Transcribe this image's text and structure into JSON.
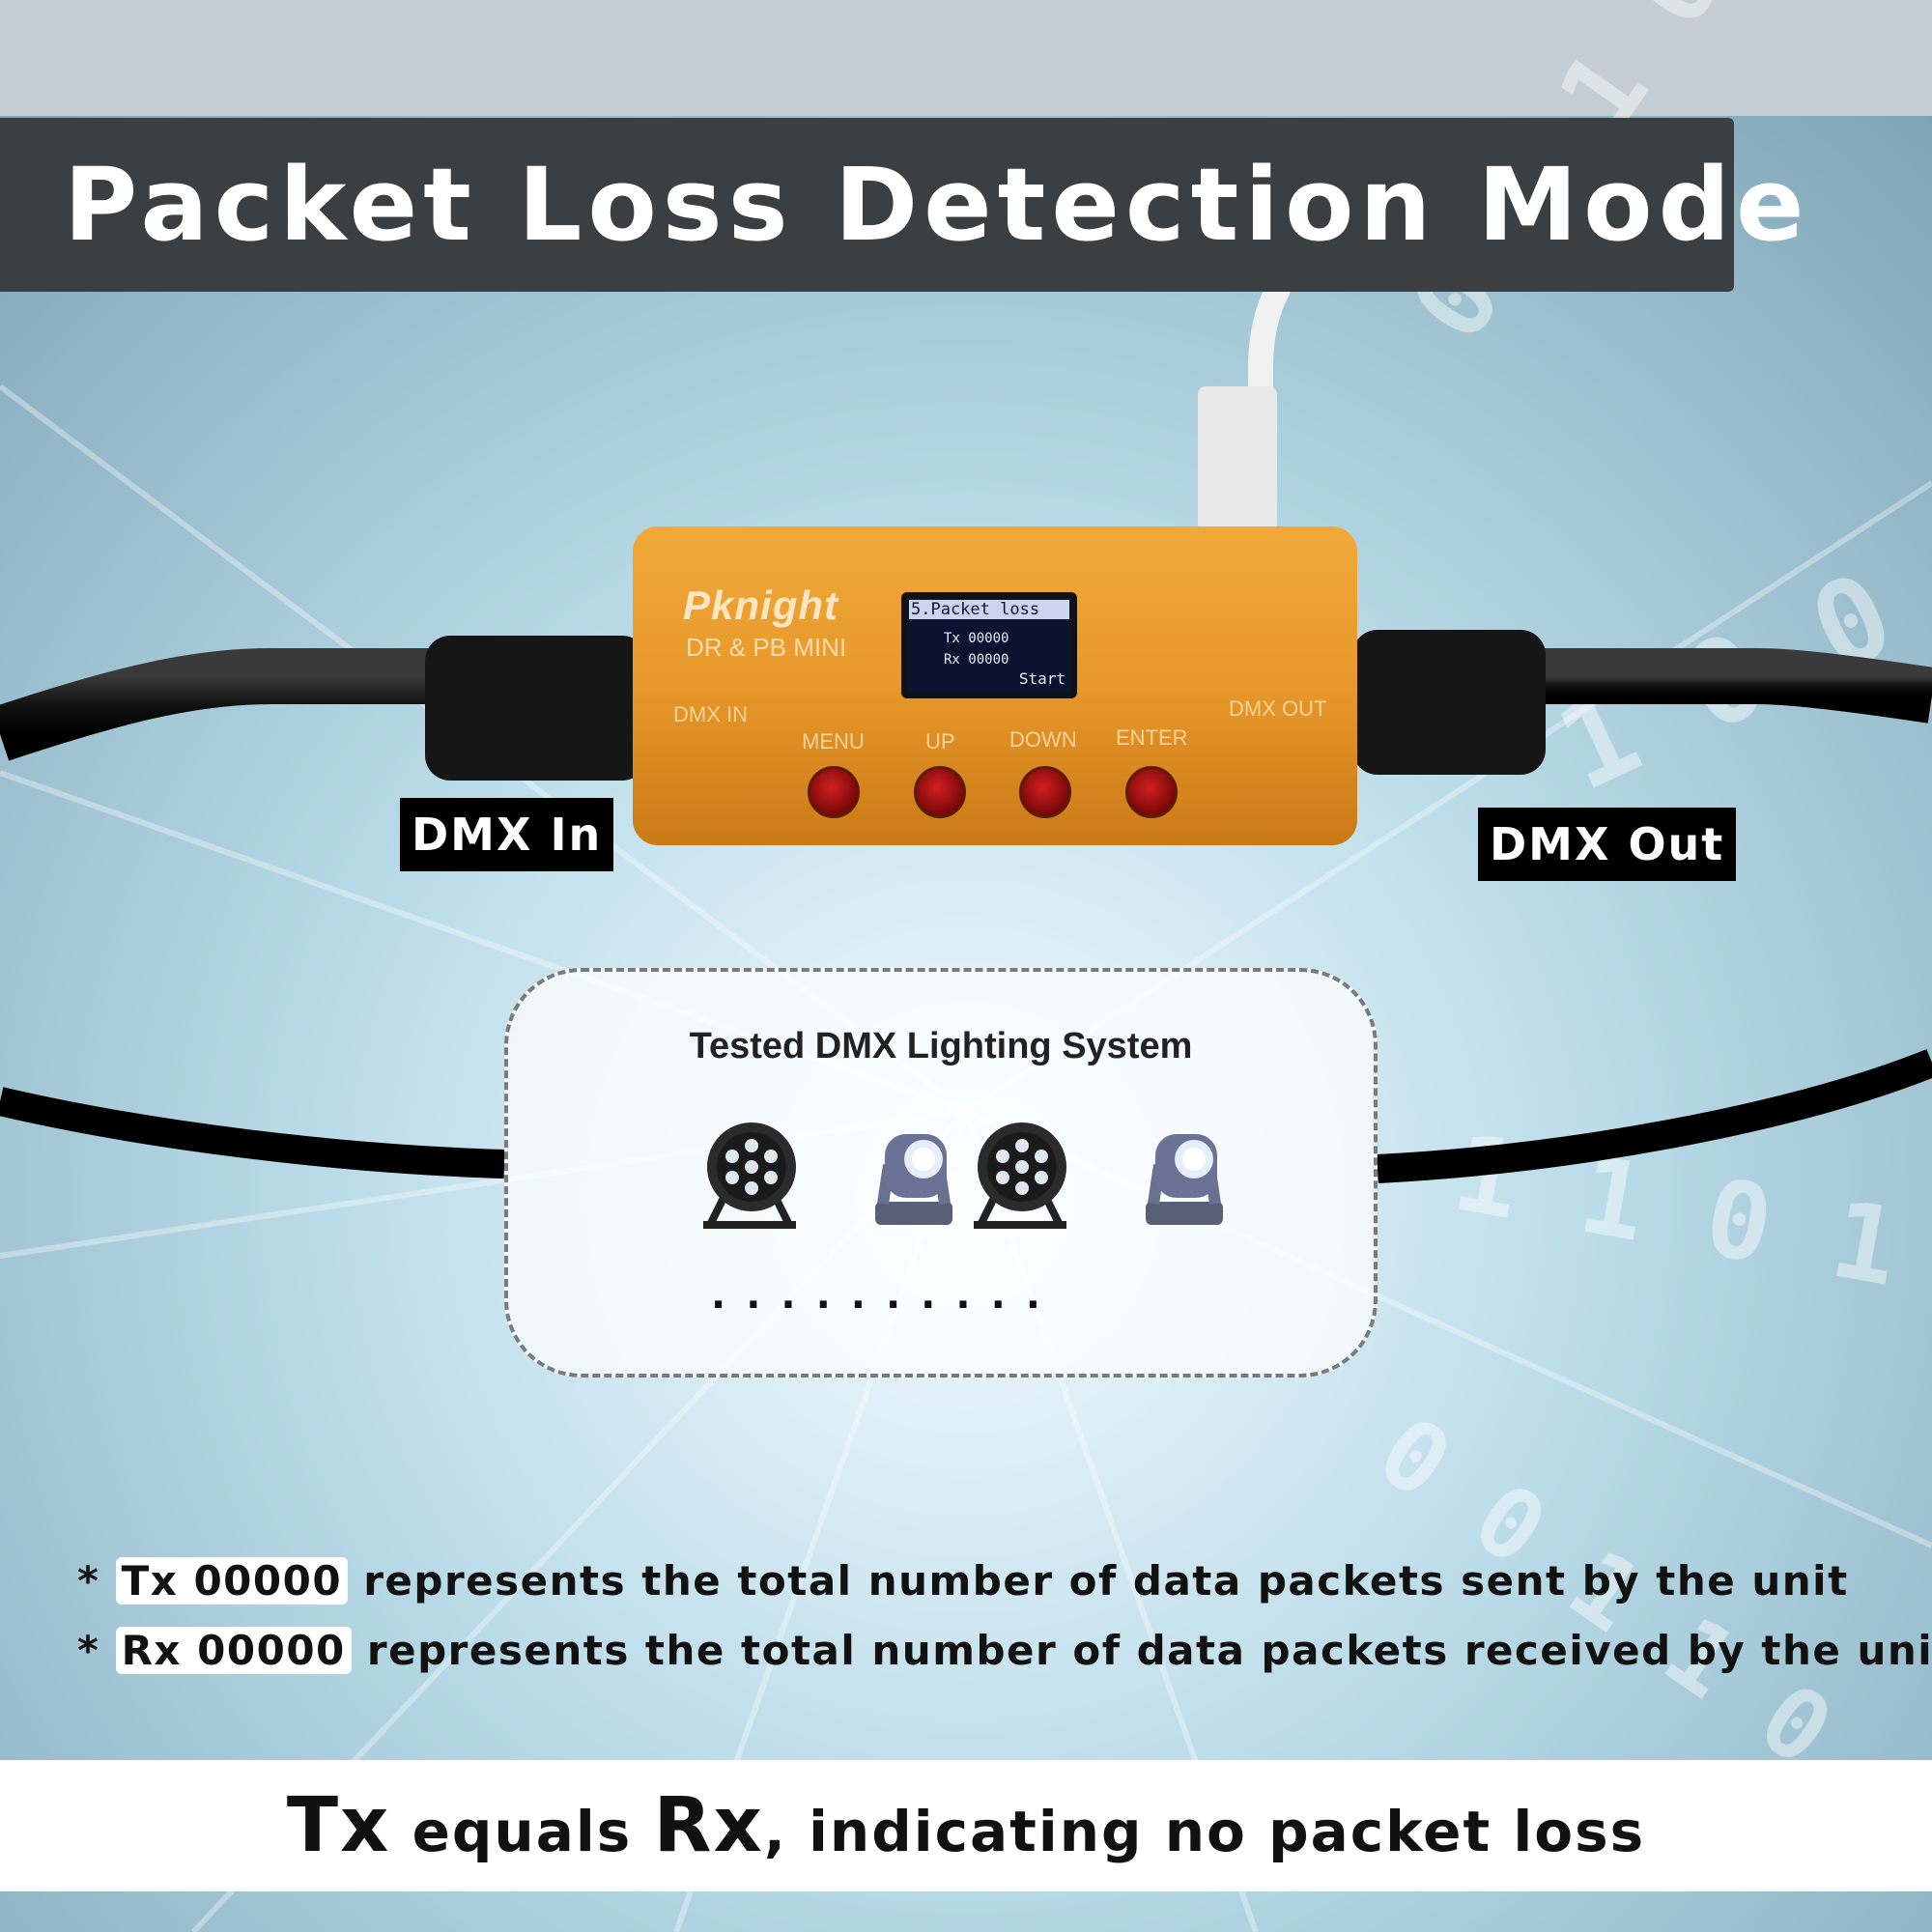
{
  "title": "Packet Loss Detection Mode",
  "labels": {
    "dmx_in": "DMX In",
    "dmx_out": "DMX Out"
  },
  "device": {
    "brand": "Pknight",
    "model": "DR & PB MINI",
    "port_in": "DMX IN",
    "port_out": "DMX OUT",
    "screen": {
      "line1": "5.Packet loss",
      "tx": "Tx  00000",
      "rx": "Rx  00000",
      "action": "Start"
    },
    "buttons": [
      "MENU",
      "UP",
      "DOWN",
      "ENTER"
    ]
  },
  "system": {
    "title": "Tested DMX Lighting System",
    "dots": "··········"
  },
  "notes": [
    {
      "star": "*",
      "highlight": "Tx 00000",
      "text": "represents the total number of data packets sent by the unit"
    },
    {
      "star": "*",
      "highlight": "Rx 00000",
      "text": "represents the total number of data packets received by the unit"
    }
  ],
  "bottom": {
    "tx": "Tx",
    "equals": "equals",
    "rx": "Rx",
    "rest": ", indicating no packet loss"
  },
  "colors": {
    "device_orange": "#e89a2a",
    "banner": "#3b3f42",
    "button_red": "#c41818"
  }
}
